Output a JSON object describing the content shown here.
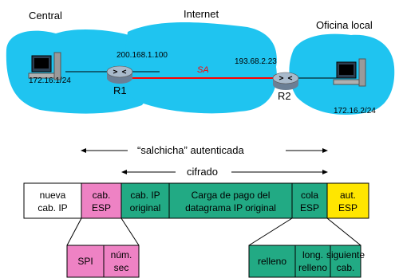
{
  "colors": {
    "cloud": "#1fc4f0",
    "tunnel": "#ff0000",
    "esp_header": "#ee82c4",
    "green": "#22aa84",
    "esp_auth": "#ffe600",
    "white": "#ffffff"
  },
  "labels": {
    "central": "Central",
    "internet": "Internet",
    "oficina": "Oficina local",
    "r1_ip": "200.168.1.100",
    "r2_ip": "193.68.2.23",
    "sa": "SA",
    "r1": "R1",
    "r2": "R2",
    "host_left_ip": "172.16.1/24",
    "host_right_ip": "172.16.2/24",
    "salchicha": "“salchicha” autenticada",
    "cifrado": "cifrado"
  },
  "packet": [
    {
      "line1": "nueva",
      "line2": "cab. IP",
      "color": "white"
    },
    {
      "line1": "cab.",
      "line2": "ESP",
      "color": "esp_header"
    },
    {
      "line1": "cab. IP",
      "line2": "original",
      "color": "green"
    },
    {
      "line1": "Carga de pago del",
      "line2": "datagrama IP original",
      "color": "green"
    },
    {
      "line1": "cola",
      "line2": "ESP",
      "color": "green"
    },
    {
      "line1": "aut.",
      "line2": "ESP",
      "color": "esp_auth"
    }
  ],
  "esp_header_fields": [
    {
      "line1": "SPI",
      "line2": ""
    },
    {
      "line1": "núm.",
      "line2": "sec"
    }
  ],
  "esp_trailer_fields": [
    {
      "line1": "relleno",
      "line2": ""
    },
    {
      "line1": "long.",
      "line2": "relleno"
    },
    {
      "line1": "siguiente",
      "line2": "cab."
    }
  ],
  "icons": {
    "host_left": "computer-icon",
    "host_right": "computer-icon",
    "router_left": "router-icon",
    "router_right": "router-icon"
  }
}
